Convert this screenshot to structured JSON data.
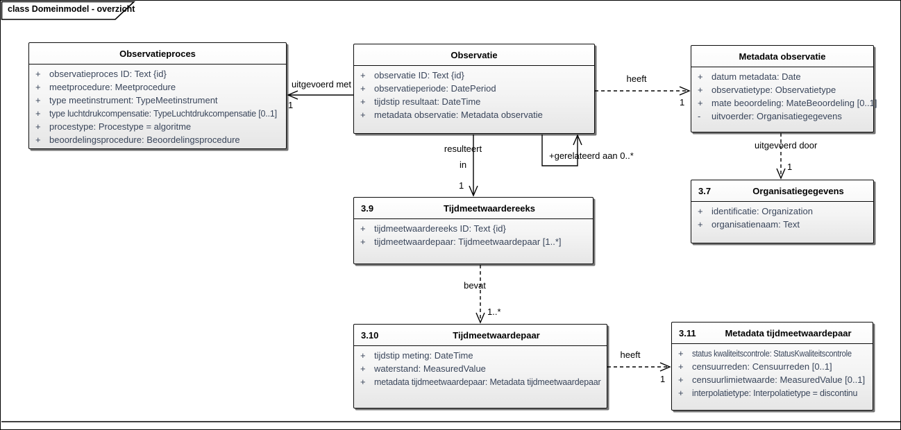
{
  "frame": {
    "tab_label": "class Domeinmodel - overzicht"
  },
  "colors": {
    "attribute_text": "#39455A",
    "box_border": "#0A0A0A",
    "box_fill_top": "#FFFFFF",
    "box_fill_bottom": "#E6E6E6",
    "connector": "#000000",
    "background": "#FFFFFF"
  },
  "classes": [
    {
      "title": "Observatieproces",
      "attributes": [
        {
          "vis": "+",
          "text": "observatieproces ID: Text {id}"
        },
        {
          "vis": "+",
          "text": "meetprocedure: Meetprocedure"
        },
        {
          "vis": "+",
          "text": "type meetinstrument: TypeMeetinstrument"
        },
        {
          "vis": "+",
          "text": "type luchtdrukcompensatie: TypeLuchtdrukcompensatie [0..1]"
        },
        {
          "vis": "+",
          "text": "procestype: Procestype = algoritme"
        },
        {
          "vis": "+",
          "text": "beoordelingsprocedure: Beoordelingsprocedure"
        }
      ]
    },
    {
      "title": "Observatie",
      "attributes": [
        {
          "vis": "+",
          "text": "observatie ID: Text {id}"
        },
        {
          "vis": "+",
          "text": "observatieperiode: DatePeriod"
        },
        {
          "vis": "+",
          "text": "tijdstip resultaat: DateTime"
        },
        {
          "vis": "+",
          "text": "metadata observatie: Metadata observatie"
        }
      ]
    },
    {
      "title": "Metadata observatie",
      "attributes": [
        {
          "vis": "+",
          "text": "datum metadata: Date"
        },
        {
          "vis": "+",
          "text": "observatietype: Observatietype"
        },
        {
          "vis": "+",
          "text": "mate beoordeling: MateBeoordeling [0..1]"
        },
        {
          "vis": "-",
          "text": "uitvoerder: Organisatiegegevens"
        }
      ]
    },
    {
      "number": "3.7",
      "title": "Organisatiegegevens",
      "attributes": [
        {
          "vis": "+",
          "text": "identificatie: Organization"
        },
        {
          "vis": "+",
          "text": "organisatienaam: Text"
        }
      ]
    },
    {
      "number": "3.9",
      "title": "Tijdmeetwaardereeks",
      "attributes": [
        {
          "vis": "+",
          "text": "tijdmeetwaardereeks ID: Text {id}"
        },
        {
          "vis": "+",
          "text": "tijdmeetwaardepaar: Tijdmeetwaardepaar [1..*]"
        }
      ]
    },
    {
      "number": "3.10",
      "title": "Tijdmeetwaardepaar",
      "attributes": [
        {
          "vis": "+",
          "text": "tijdstip meting: DateTime"
        },
        {
          "vis": "+",
          "text": "waterstand: MeasuredValue"
        },
        {
          "vis": "+",
          "text": "metadata tijdmeetwaardepaar: Metadata tijdmeetwaardepaar"
        }
      ]
    },
    {
      "number": "3.11",
      "title": "Metadata tijdmeetwaardepaar",
      "attributes": [
        {
          "vis": "+",
          "text": "status kwaliteitscontrole: StatusKwaliteitscontrole"
        },
        {
          "vis": "+",
          "text": "censuurreden: Censuurreden [0..1]"
        },
        {
          "vis": "+",
          "text": "censuurlimietwaarde: MeasuredValue [0..1]"
        },
        {
          "vis": "+",
          "text": "interpolatietype: Interpolatietype = discontinu"
        }
      ]
    }
  ],
  "connectors": {
    "uitgevoerd_met": {
      "label": "uitgevoerd met",
      "mult": "1"
    },
    "heeft_observatie": {
      "label": "heeft",
      "mult": "1"
    },
    "resulteert": {
      "label_line1": "resulteert",
      "label_line2": "in",
      "mult": "1"
    },
    "gerelateerd": {
      "label": "+gerelateerd aan 0..*"
    },
    "uitgevoerd_door": {
      "label": "uitgevoerd door",
      "mult": "1"
    },
    "bevat": {
      "label": "bevat",
      "mult": "1..*"
    },
    "heeft_paar": {
      "label": "heeft",
      "mult": "1"
    }
  }
}
